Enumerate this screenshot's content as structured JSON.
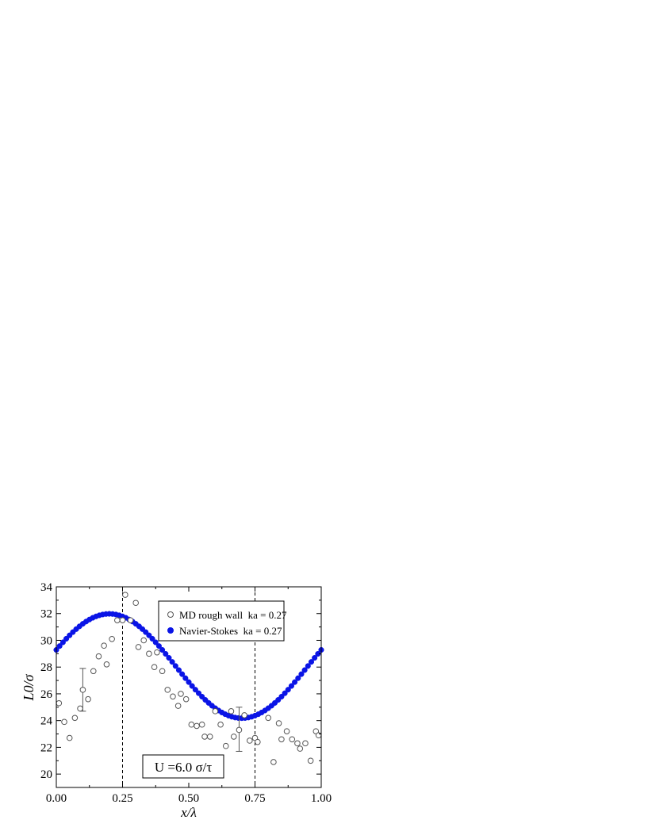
{
  "chart_data": {
    "type": "scatter",
    "xlabel": "x/λ",
    "ylabel": "L0/σ",
    "xlim": [
      0.0,
      1.0
    ],
    "ylim": [
      19,
      34
    ],
    "xticks": [
      0.0,
      0.25,
      0.5,
      0.75,
      1.0
    ],
    "xtick_labels": [
      "0.00",
      "0.25",
      "0.50",
      "0.75",
      "1.00"
    ],
    "yticks": [
      20,
      22,
      24,
      26,
      28,
      30,
      32,
      34
    ],
    "ytick_labels": [
      "20",
      "22",
      "24",
      "26",
      "28",
      "30",
      "32",
      "34"
    ],
    "grid": false,
    "legend_position": "top-right",
    "vlines": [
      0.25,
      0.75
    ],
    "annotation": "U =6.0 σ/τ",
    "series": [
      {
        "name": "MD rough wall  ka = 0.27",
        "marker": "open-circle",
        "color": "#555555",
        "points": [
          [
            0.01,
            25.3
          ],
          [
            0.03,
            23.9
          ],
          [
            0.05,
            22.7
          ],
          [
            0.07,
            24.2
          ],
          [
            0.09,
            24.9
          ],
          [
            0.1,
            26.3
          ],
          [
            0.12,
            25.6
          ],
          [
            0.14,
            27.7
          ],
          [
            0.16,
            28.8
          ],
          [
            0.18,
            29.6
          ],
          [
            0.19,
            28.2
          ],
          [
            0.21,
            30.1
          ],
          [
            0.23,
            31.5
          ],
          [
            0.25,
            31.5
          ],
          [
            0.26,
            33.4
          ],
          [
            0.28,
            31.5
          ],
          [
            0.3,
            32.8
          ],
          [
            0.31,
            29.5
          ],
          [
            0.33,
            30.0
          ],
          [
            0.35,
            29.0
          ],
          [
            0.37,
            28.0
          ],
          [
            0.38,
            29.1
          ],
          [
            0.4,
            27.7
          ],
          [
            0.42,
            26.3
          ],
          [
            0.44,
            25.8
          ],
          [
            0.46,
            25.1
          ],
          [
            0.47,
            26.0
          ],
          [
            0.49,
            25.6
          ],
          [
            0.51,
            23.7
          ],
          [
            0.53,
            23.6
          ],
          [
            0.55,
            23.7
          ],
          [
            0.56,
            22.8
          ],
          [
            0.58,
            22.8
          ],
          [
            0.6,
            24.7
          ],
          [
            0.62,
            23.7
          ],
          [
            0.64,
            22.1
          ],
          [
            0.66,
            24.7
          ],
          [
            0.67,
            22.8
          ],
          [
            0.69,
            23.3
          ],
          [
            0.71,
            24.4
          ],
          [
            0.73,
            22.5
          ],
          [
            0.75,
            22.7
          ],
          [
            0.76,
            22.4
          ],
          [
            0.8,
            24.2
          ],
          [
            0.82,
            20.9
          ],
          [
            0.84,
            23.8
          ],
          [
            0.85,
            22.6
          ],
          [
            0.87,
            23.2
          ],
          [
            0.89,
            22.6
          ],
          [
            0.91,
            22.3
          ],
          [
            0.92,
            21.9
          ],
          [
            0.94,
            22.3
          ],
          [
            0.96,
            21.0
          ],
          [
            0.98,
            23.2
          ],
          [
            0.99,
            22.9
          ]
        ],
        "error_bars": [
          {
            "x": 0.1,
            "y": 26.3,
            "low": 24.7,
            "high": 27.9
          },
          {
            "x": 0.69,
            "y": 23.3,
            "low": 21.7,
            "high": 25.0
          }
        ]
      },
      {
        "name": "Navier-Stokes  ka = 0.27",
        "marker": "filled-circle",
        "color": "#0a14e6",
        "curve": {
          "mean": 28.08,
          "amplitude": 3.9,
          "phase_offset": 0.05,
          "points": 81
        }
      }
    ]
  }
}
